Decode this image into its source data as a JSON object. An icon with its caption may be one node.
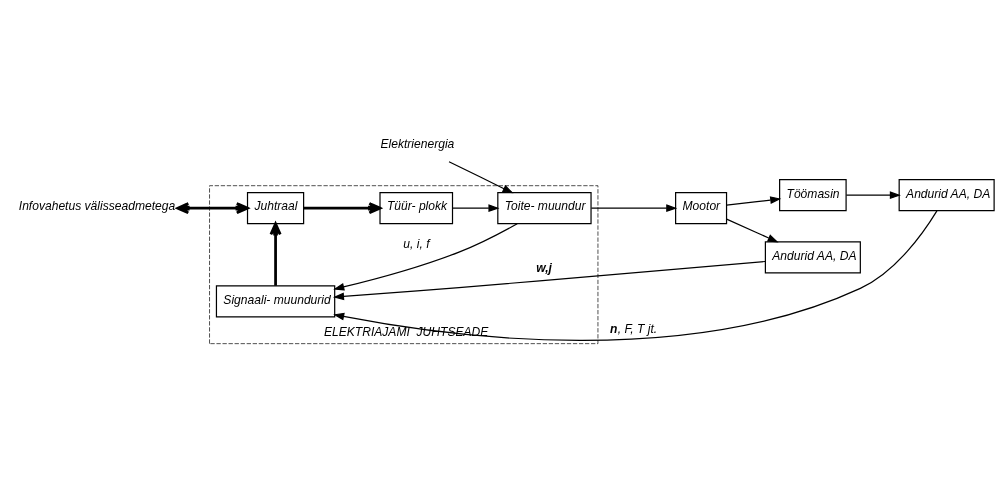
{
  "diagram": {
    "nodes": [
      {
        "text": [
          "ELEKTRIAJAMI  JUHTSEADE"
        ]
      },
      {
        "text": [
          "Juhtraal"
        ],
        "in": 0
      },
      {
        "text": [
          "Tüür- plokk"
        ],
        "in": 0
      },
      {
        "text": [
          "Toite- muundur"
        ],
        "in": 0
      },
      {
        "text": [
          "Signaali- muundurid"
        ],
        "in": 0
      },
      {
        "text": [
          "Mootor"
        ]
      },
      {
        "text": [
          "Töömasin"
        ]
      },
      {
        "text": [
          "Andurid AA, DA"
        ]
      },
      {
        "text": [
          "Andurid AA, DA"
        ]
      },
      {
        "text": [
          "Infovahetus välisseadmetega"
        ]
      },
      {
        "text": [
          "Elektrienergia"
        ]
      }
    ],
    "edges": [
      {
        "from": 9,
        "to": 1,
        "arrow": "both",
        "style": "thick"
      },
      {
        "from": 1,
        "to": 2,
        "arrow": "to",
        "style": "thick"
      },
      {
        "from": 10,
        "to": 3,
        "arrow": "to"
      },
      {
        "from": 2,
        "to": 3,
        "arrow": "to"
      },
      {
        "from": 3,
        "to": 5,
        "arrow": "to"
      },
      {
        "from": 5,
        "to": 6,
        "arrow": "to"
      },
      {
        "from": 5,
        "to": 7,
        "arrow": "to"
      },
      {
        "from": 6,
        "to": 8,
        "arrow": "to"
      },
      {
        "from": 3,
        "to": 4,
        "arrow": "to",
        "label": "u, i, f"
      },
      {
        "from": 7,
        "to": 4,
        "arrow": "to",
        "label": "**w,j**"
      },
      {
        "from": 8,
        "to": 4,
        "arrow": "to",
        "label": "**n**, F, T jt."
      },
      {
        "from": 4,
        "to": 1,
        "arrow": "to",
        "style": "thick"
      }
    ]
  }
}
